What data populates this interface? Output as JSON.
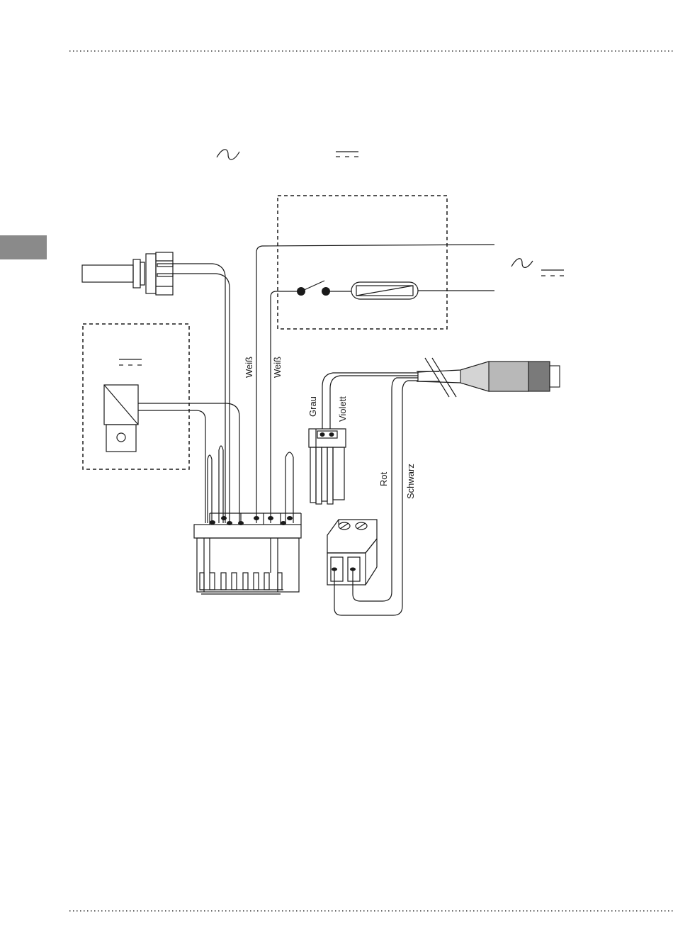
{
  "symbols": {
    "ac": "alternating-current-symbol",
    "dc": "direct-current-symbol"
  },
  "colors": {
    "ink": "#1a1a1a",
    "side_tab": "#8a8a8a",
    "plug_grey": "#b8b8b8",
    "plug_dark": "#7a7a7a"
  },
  "wires": {
    "weiss_1": "Weiß",
    "weiss_2": "Weiß",
    "grau": "Grau",
    "violett": "Violett",
    "rot": "Rot",
    "schwarz": "Schwarz"
  }
}
